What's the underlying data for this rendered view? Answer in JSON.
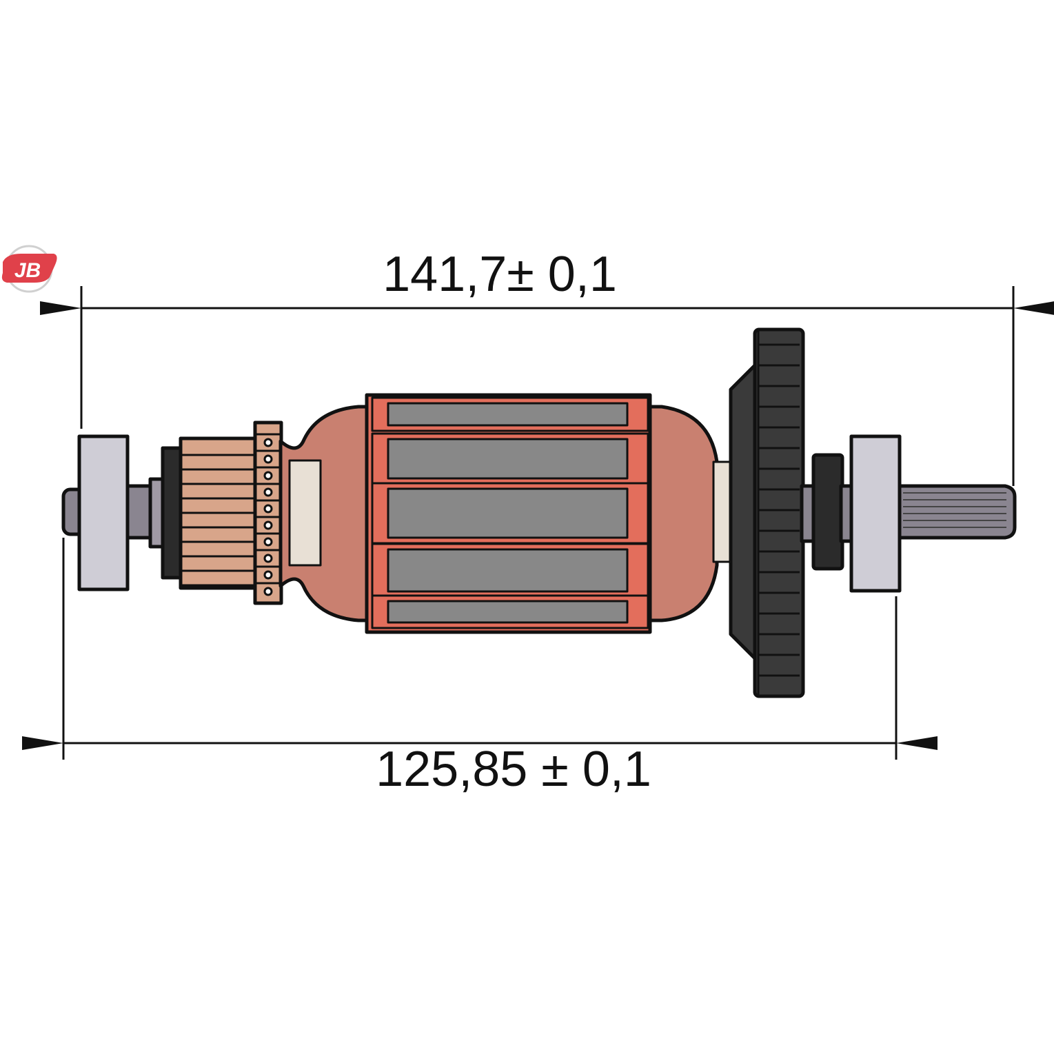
{
  "logo": {
    "text": "JB",
    "colors": {
      "red": "#e0414a",
      "ring": "#c9c9c9"
    }
  },
  "dimensions": {
    "overall_length": "141,7± 0,1",
    "bearing_span": "125,85 ± 0,1"
  },
  "colors": {
    "lamination": "#e36e5c",
    "winding": "#c98070",
    "commutator": "#d8a58a",
    "fan": "#3a3a3a",
    "bearing": "#cfcdd6",
    "shaft": "#8a8590"
  }
}
